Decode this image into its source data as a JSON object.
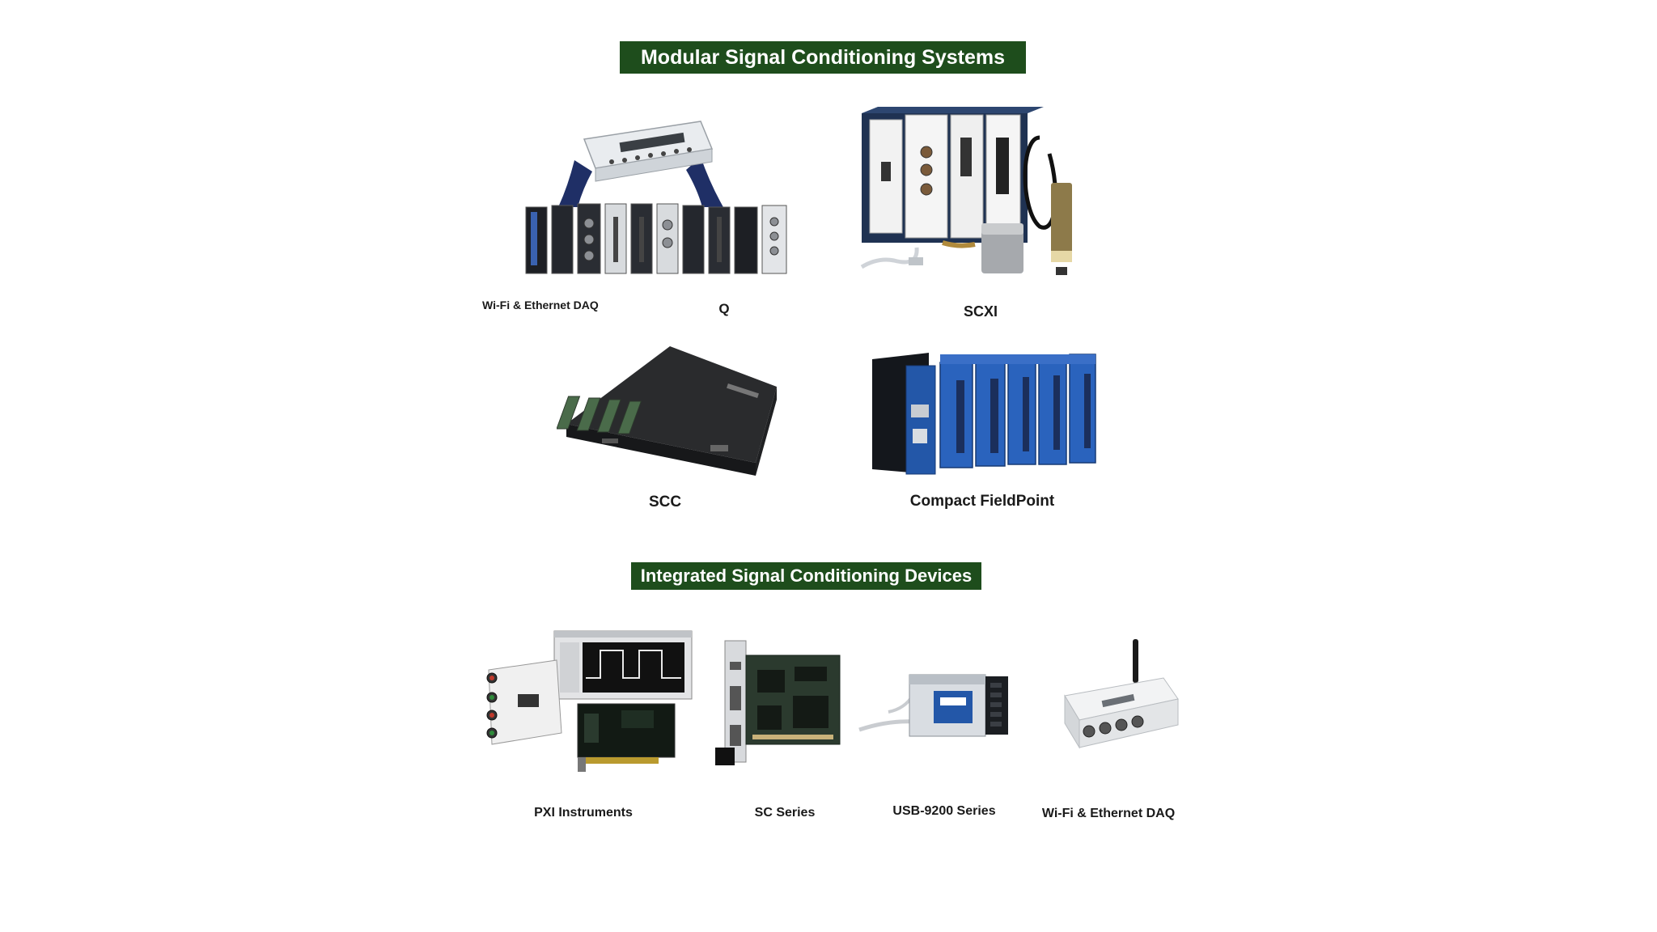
{
  "colors": {
    "banner_bg": "#1e4d1c",
    "banner_text": "#ffffff",
    "caption_text": "#1a1a1a",
    "module_blue": "#2357a8",
    "chassis_navy": "#1f3252"
  },
  "sections": {
    "modular": {
      "title": "Modular Signal Conditioning Systems",
      "products": {
        "wifi_ethernet_daq": "Wi-Fi & Ethernet DAQ",
        "partial_label": "Q",
        "scxi": "SCXI",
        "scc": "SCC",
        "compact_fieldpoint": "Compact FieldPoint"
      }
    },
    "integrated": {
      "title": "Integrated Signal Conditioning Devices",
      "products": {
        "pxi_instruments": "PXI Instruments",
        "sc_series": "SC Series",
        "usb_9200_series": "USB-9200 Series",
        "wifi_ethernet_daq": "Wi-Fi & Ethernet DAQ"
      }
    }
  },
  "icons": [
    "cdaq-module-array-illustration",
    "scxi-chassis-illustration",
    "scc-carrier-illustration",
    "compact-fieldpoint-illustration",
    "pxi-instruments-illustration",
    "sc-series-board-illustration",
    "usb-9200-module-illustration",
    "wifi-daq-device-illustration"
  ]
}
